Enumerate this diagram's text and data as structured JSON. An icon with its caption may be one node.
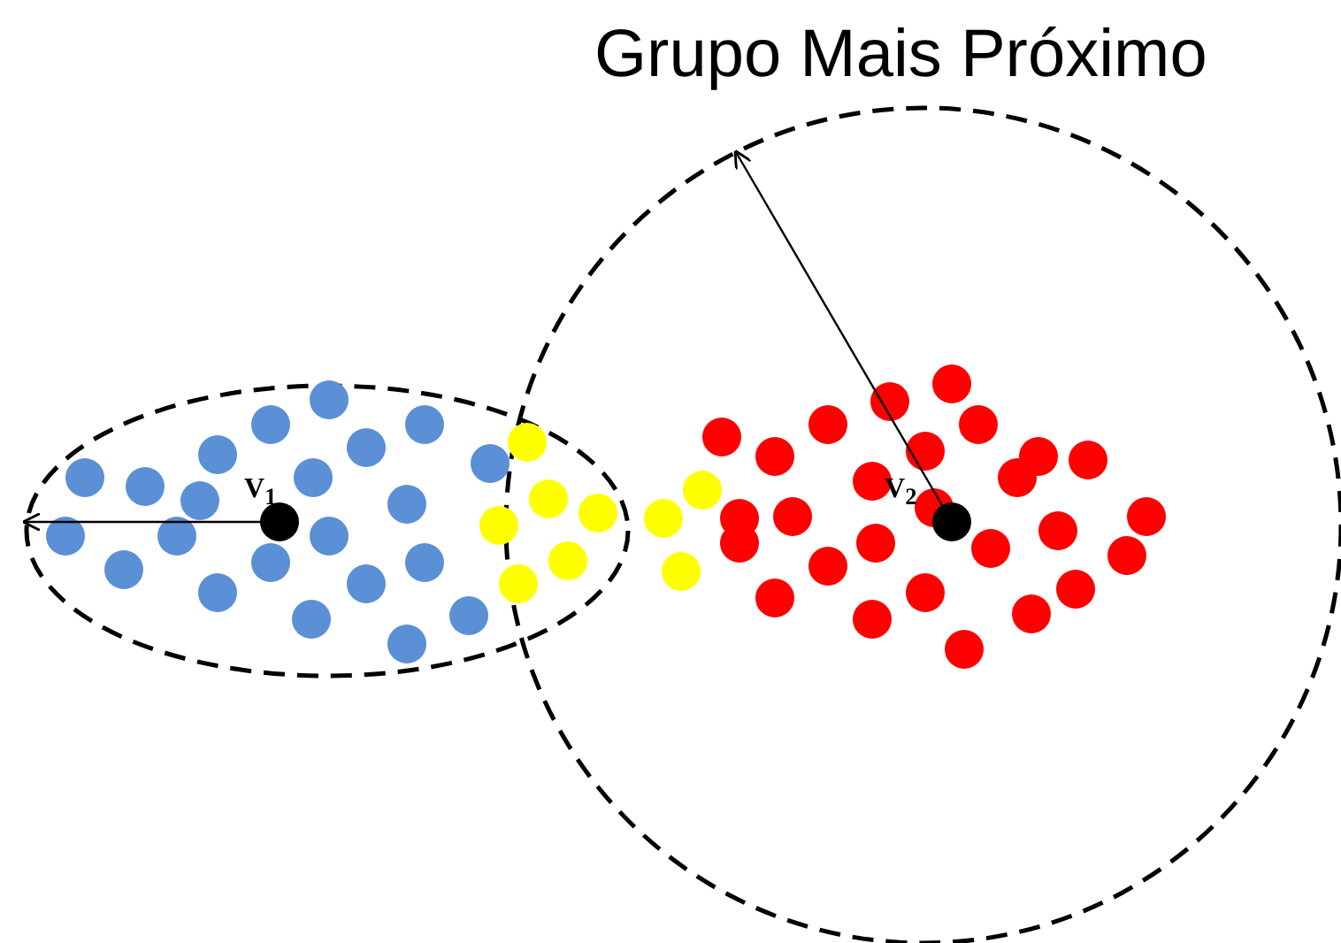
{
  "diagram": {
    "title": "Grupo Mais Próximo",
    "labels": [
      "V$_{1}$",
      "V$_{2}$"
    ]
  }
}
